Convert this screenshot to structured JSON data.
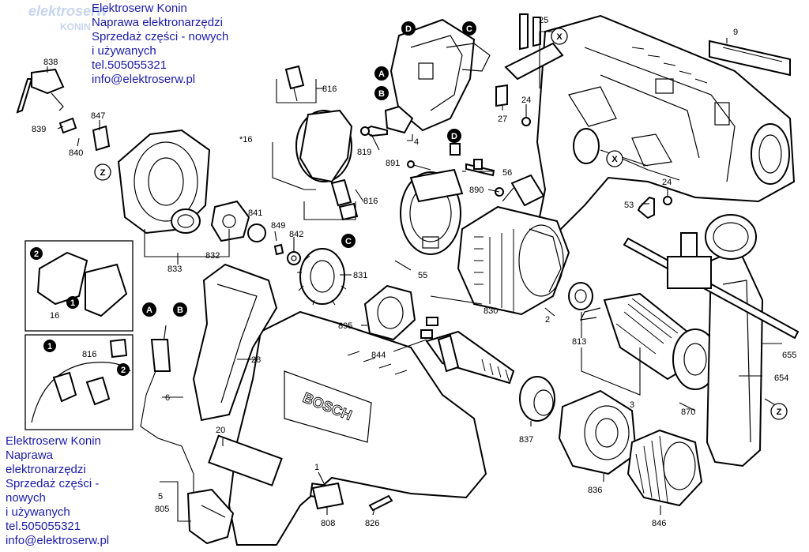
{
  "watermark": {
    "line1": "elektroserw",
    "line2": "KONIN"
  },
  "ad_top": {
    "lines": [
      "Elektroserw Konin",
      "Naprawa elektronarzędzi",
      "Sprzedaż części - nowych",
      "i używanych",
      "tel.505055321",
      "info@elektroserw.pl"
    ]
  },
  "ad_bottom": {
    "lines": [
      "Elektroserw Konin",
      "Naprawa",
      "elektronarzędzi",
      "Sprzedaż części -",
      "nowych",
      "i używanych",
      "tel.505055321",
      "info@elektroserw.pl"
    ]
  },
  "brand_text": "BOSCH",
  "callouts": {
    "A": "A",
    "B": "B",
    "C": "C",
    "D": "D",
    "X": "X",
    "Z": "Z",
    "one": "1",
    "two": "2"
  },
  "part_numbers": {
    "p838": "838",
    "p847": "847",
    "p839": "839",
    "p840": "840",
    "p816a": "816",
    "p816b": "816",
    "p816c": "816",
    "p16": "*16",
    "p16b": "16",
    "p819": "819",
    "p891": "891",
    "p4": "4",
    "p56": "56",
    "p890": "890",
    "p25": "25",
    "p27": "27",
    "p24a": "24",
    "p24b": "24",
    "p9": "9",
    "p53": "53",
    "p841": "841",
    "p849": "849",
    "p842": "842",
    "p833": "833",
    "p832": "832",
    "p831": "831",
    "p55": "55",
    "p830": "830",
    "p895": "895",
    "p844": "844",
    "p2": "2",
    "p813": "813",
    "p655": "655",
    "p654": "654",
    "p870": "870",
    "p3": "3",
    "p837": "837",
    "p836": "836",
    "p846": "846",
    "p28": "28",
    "p6": "6",
    "p20": "20",
    "p1": "1",
    "p808": "808",
    "p826": "826",
    "p805": "805",
    "p5": "5"
  }
}
